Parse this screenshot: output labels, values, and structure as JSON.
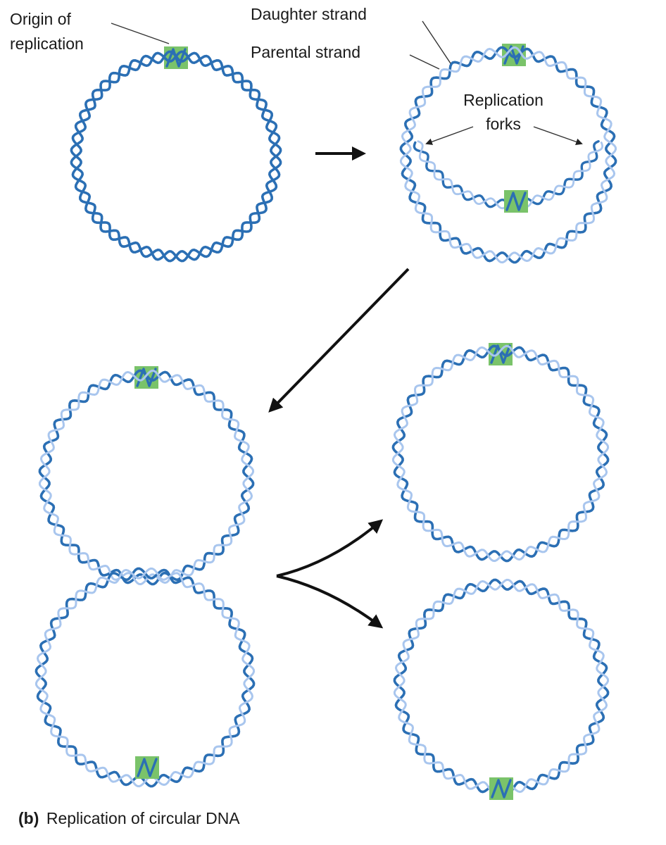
{
  "labels": {
    "origin_line1": "Origin of",
    "origin_line2": "replication",
    "daughter": "Daughter strand",
    "parental": "Parental strand",
    "forks_line1": "Replication",
    "forks_line2": "forks"
  },
  "caption": {
    "prefix": "(b)",
    "text": "Replication of circular DNA"
  },
  "colors": {
    "parental_strand": "#2b6fb4",
    "daughter_strand": "#a9c6ee",
    "origin_marker": "#7ac36a",
    "arrow": "#111111"
  }
}
